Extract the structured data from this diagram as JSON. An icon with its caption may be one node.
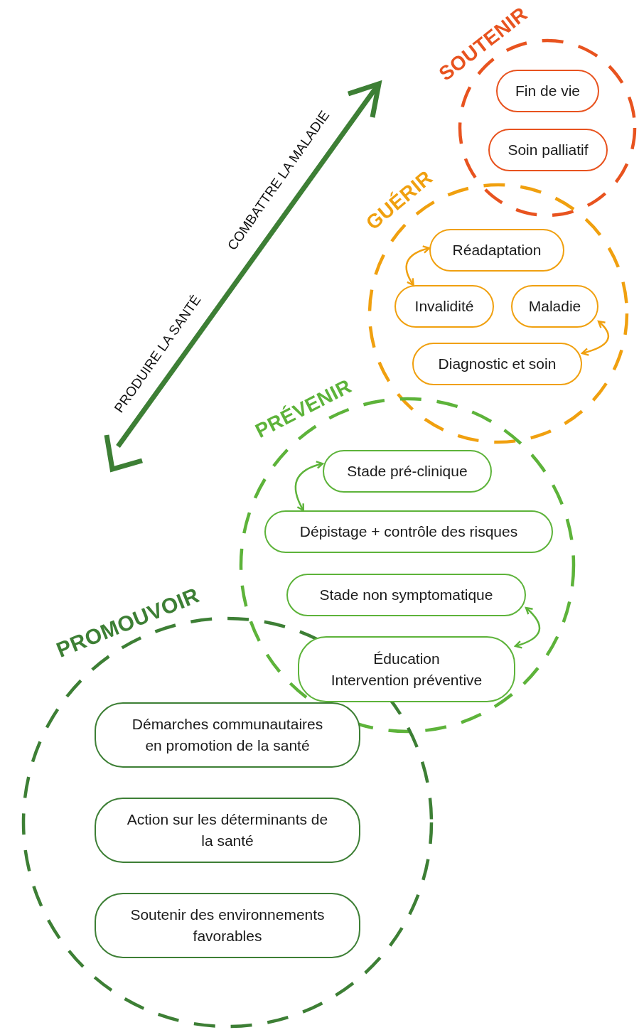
{
  "diagram": {
    "nodes": [
      {
        "text": [
          "SOUTENIR"
        ]
      },
      {
        "text": [
          "Fin de vie"
        ],
        "in": 0
      },
      {
        "text": [
          "Soin palliatif"
        ],
        "in": 0
      },
      {
        "text": [
          "GUÉRIR"
        ]
      },
      {
        "text": [
          "Réadaptation"
        ],
        "in": 3
      },
      {
        "text": [
          "Invalidité"
        ],
        "in": 3
      },
      {
        "text": [
          "Maladie"
        ],
        "in": 3
      },
      {
        "text": [
          "Diagnostic et soin"
        ],
        "in": 3
      },
      {
        "text": [
          "PRÉVENIR"
        ]
      },
      {
        "text": [
          "Stade pré-clinique"
        ],
        "in": 8
      },
      {
        "text": [
          "Dépistage + contrôle des risques"
        ],
        "in": 8
      },
      {
        "text": [
          "Stade non symptomatique"
        ],
        "in": 8
      },
      {
        "text": [
          "Éducation",
          "Intervention préventive"
        ],
        "in": 8
      },
      {
        "text": [
          "PROMOUVOIR"
        ]
      },
      {
        "text": [
          "Démarches communautaires en promotion de la santé"
        ],
        "in": 13
      },
      {
        "text": [
          "Action sur les déterminants de la santé"
        ],
        "in": 13
      },
      {
        "text": [
          "Soutenir des environnements favorables"
        ],
        "in": 13
      }
    ],
    "edges": [
      {
        "from": 4,
        "to": 5,
        "arrow": "both",
        "color": "#f0a00f"
      },
      {
        "from": 6,
        "to": 7,
        "arrow": "both",
        "color": "#f0a00f"
      },
      {
        "from": 9,
        "to": 10,
        "arrow": "both",
        "color": "#5db33a"
      },
      {
        "from": 11,
        "to": 12,
        "arrow": "both",
        "color": "#5db33a"
      }
    ],
    "labels": [
      "COMBATTRE LA MALADIE",
      "PRODUIRE LA SANTÉ"
    ]
  }
}
